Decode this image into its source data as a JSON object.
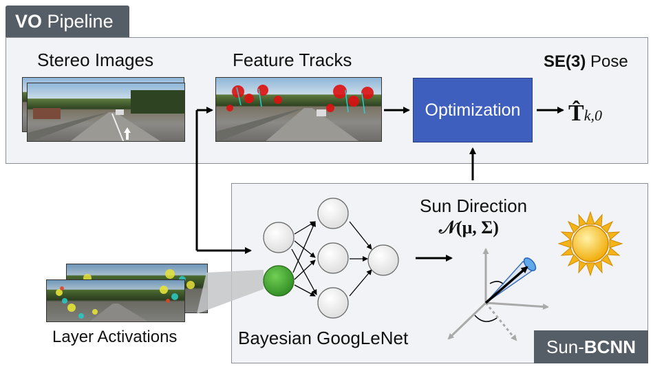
{
  "vo_pipeline": {
    "tab_bold": "VO",
    "tab_rest": " Pipeline",
    "stereo_images_label": "Stereo Images",
    "feature_tracks_label": "Feature Tracks",
    "optimization_label": "Optimization",
    "pose_bold": "SE(3)",
    "pose_rest": " Pose",
    "output_symbol": "T̂",
    "output_subscript": "k,0"
  },
  "sun_bcnn": {
    "tab_rest": "Sun-",
    "tab_bold": "BCNN",
    "network_label": "Bayesian GoogLeNet",
    "sun_direction_label": "Sun Direction",
    "distribution_label": "𝒩(μ, Σ)",
    "layer_activations_label": "Layer Activations"
  },
  "colors": {
    "tab_bg": "#555d66",
    "panel_bg": "#f2f3f6",
    "optimization_box": "#3f5fbf",
    "green_node": "#3f9a2f",
    "sun": "#f2b418"
  },
  "icons": [
    "sun-icon",
    "arrow-icon",
    "neural-network-icon",
    "coordinate-axes-icon"
  ]
}
